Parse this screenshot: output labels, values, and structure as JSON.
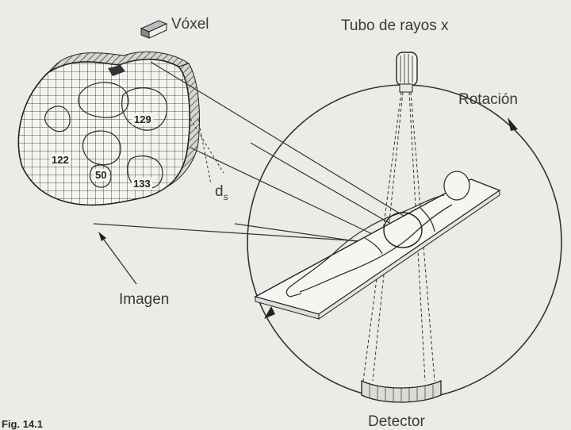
{
  "labels": {
    "voxel": "Vóxel",
    "tube": "Tubo de rayos x",
    "rotation": "Rotación",
    "image": "Imagen",
    "detector": "Detector",
    "ds_main": "d",
    "ds_sub": "s"
  },
  "voxel_values": {
    "v129": "129",
    "v122": "122",
    "v50": "50",
    "v133": "133"
  },
  "caption_fragment": "Fig. 14.1"
}
